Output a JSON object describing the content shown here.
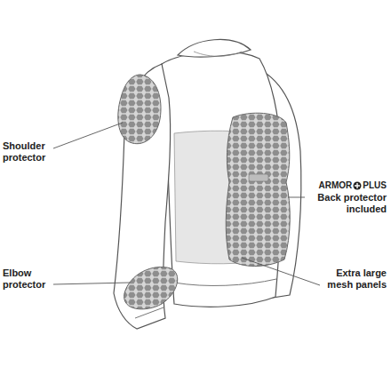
{
  "diagram": {
    "labels": [
      "Shoulder protector",
      "Elbow protector",
      "ARMOR",
      "PLUS",
      "Back protector included",
      "Extra large mesh panels"
    ]
  }
}
